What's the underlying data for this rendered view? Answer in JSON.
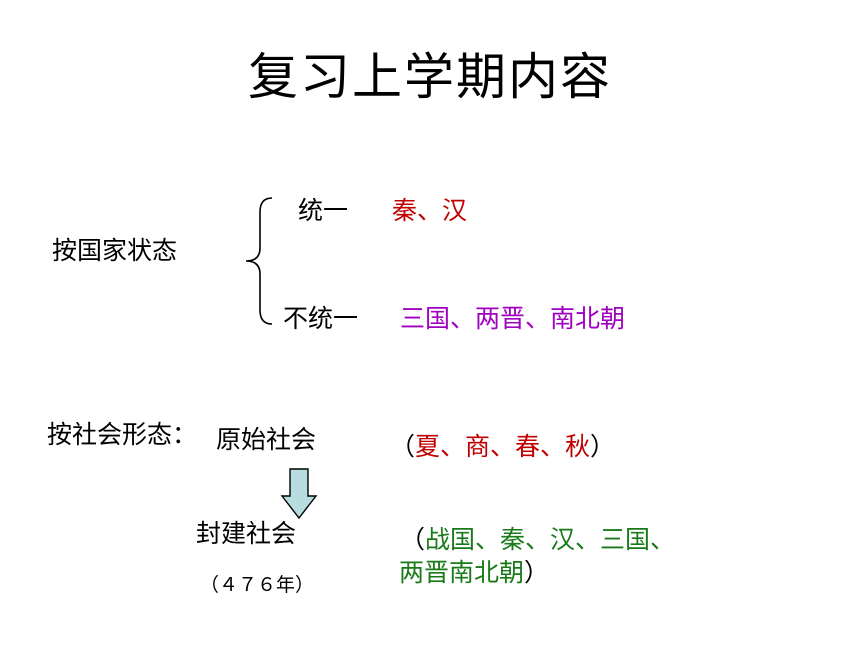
{
  "slide": {
    "title": "复习上学期内容"
  },
  "state_section": {
    "label": "按国家状态",
    "unified": {
      "label": "统一",
      "dynasties": "秦、汉"
    },
    "divided": {
      "label": "不统一",
      "dynasties": "三国、两晋、南北朝"
    }
  },
  "social_section": {
    "label": "按社会形态：",
    "primitive": {
      "label": "原始社会",
      "paren_open": "（",
      "dynasties": "夏、商、春、秋",
      "paren_close": "）"
    },
    "feudal": {
      "label": "封建社会",
      "year": "（４７６年）",
      "paren_open": "（",
      "dynasties_line1": "战国、秦、汉、三国、",
      "dynasties_line2": "两晋南北朝",
      "paren_close": "）"
    }
  },
  "colors": {
    "unified": "#c00000",
    "divided": "#a000c0",
    "feudal": "#1a7a1a",
    "arrow_fill": "#b7dde0"
  }
}
